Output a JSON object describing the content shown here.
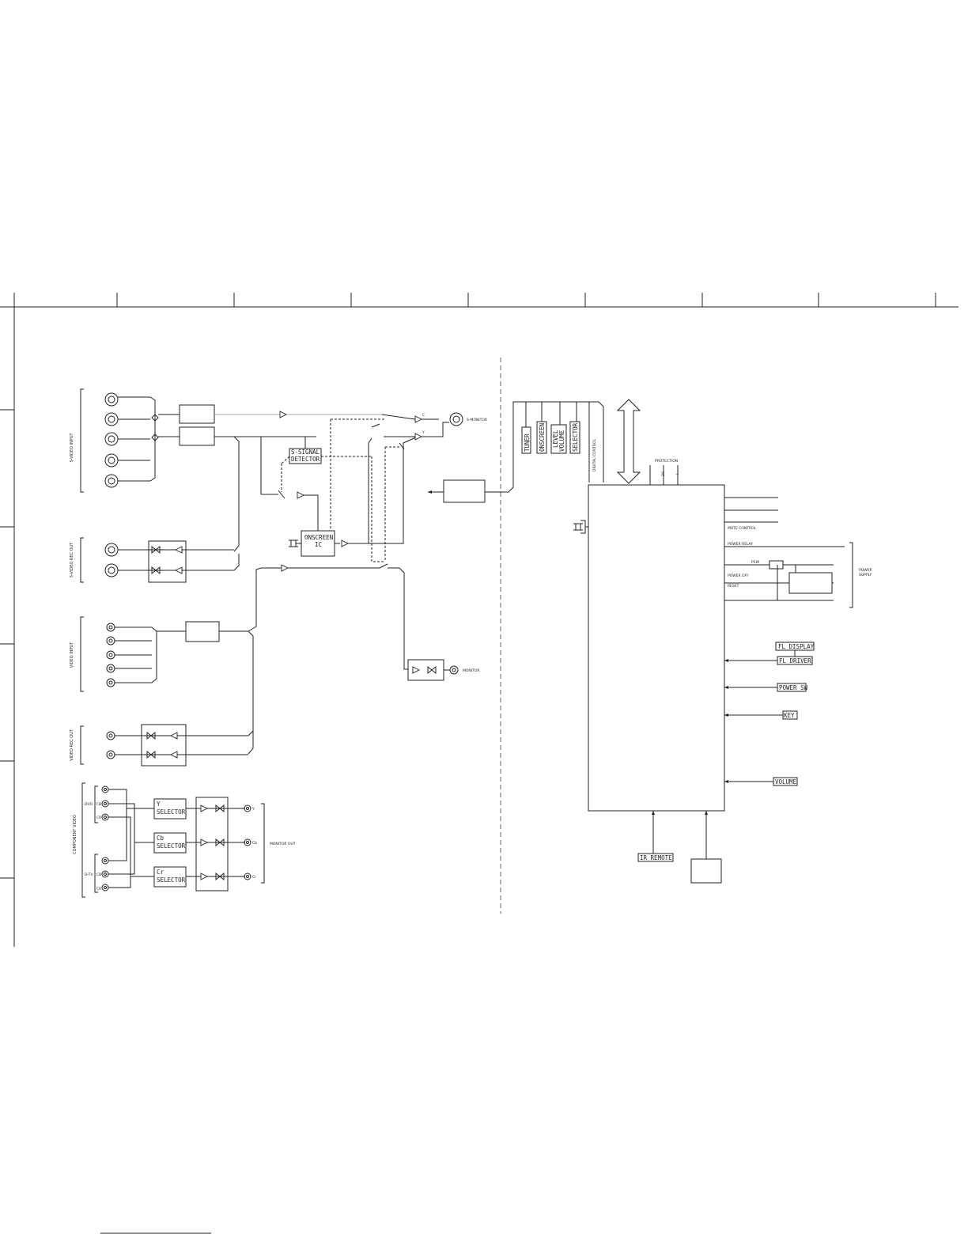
{
  "labels": {
    "s_video_input": "S-VIDEO INPUT",
    "s_video_rec_out": "S-VIDEO REC OUT",
    "video_input": "VIDEO INPUT",
    "video_rec_out": "VIDEO REC OUT",
    "component_video": "COMPONENT VIDEO",
    "dvd": "DVD",
    "d_tv": "D-TV",
    "y": "Y",
    "cb": "CB",
    "cr": "CR",
    "monitor_out": "MONITOR OUT",
    "s_monitor": "S-MONITOR",
    "monitor": "MONITOR",
    "c": "C",
    "yy": "Y",
    "s_signal_detector_1": "S-SIGNAL",
    "s_signal_detector_2": "DETECTOR",
    "onscreen_ic_1": "ONSCREEN",
    "onscreen_ic_2": "IC",
    "y_selector_1": "Y",
    "y_selector_2": "SELECTOR",
    "cb_selector_1": "Cb",
    "cb_selector_2": "SELECTOR",
    "cr_selector_1": "Cr",
    "cr_selector_2": "SELECTOR",
    "out_y": "Y",
    "out_cb": "Cb",
    "out_cr": "Cr",
    "tuner": "TUNER",
    "onscreen": "ONSCREEN",
    "level_volume_1": "LEVEL",
    "level_volume_2": "VOLUME",
    "selector": "SELECTOR",
    "digital_control": "DIGITAL CONTROL",
    "protection": "PROTECTION",
    "dc": "DC",
    "i": "I",
    "mute_control": "MUTE CONTROL",
    "power_relay": "POWER RELAY",
    "psw": "PSW",
    "power_off": "POWER OFF",
    "reset": "RESET",
    "power_supply_1": "POWER",
    "power_supply_2": "SUPPLY",
    "fl_display": "FL DISPLAY",
    "fl_driver": "FL DRIVER",
    "power_sw": "POWER SW",
    "key": "KEY",
    "volume": "VOLUME",
    "ir_remote": "IR REMOTE"
  }
}
